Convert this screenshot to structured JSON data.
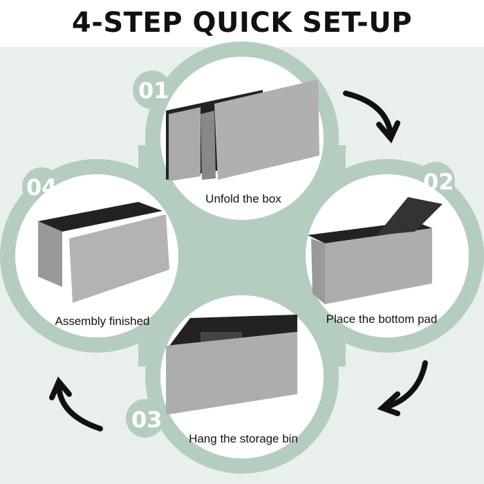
{
  "title": "4-STEP QUICK SET-UP",
  "steps": [
    {
      "number": "01",
      "caption": "Unfold the box"
    },
    {
      "number": "02",
      "caption": "Place the bottom pad"
    },
    {
      "number": "03",
      "caption": "Hang the storage bin"
    },
    {
      "number": "04",
      "caption": "Assembly finished"
    }
  ],
  "colors": {
    "accent": "#b5cdbf",
    "background": "#e9f0ec",
    "fabric": "#a9a9a9"
  }
}
